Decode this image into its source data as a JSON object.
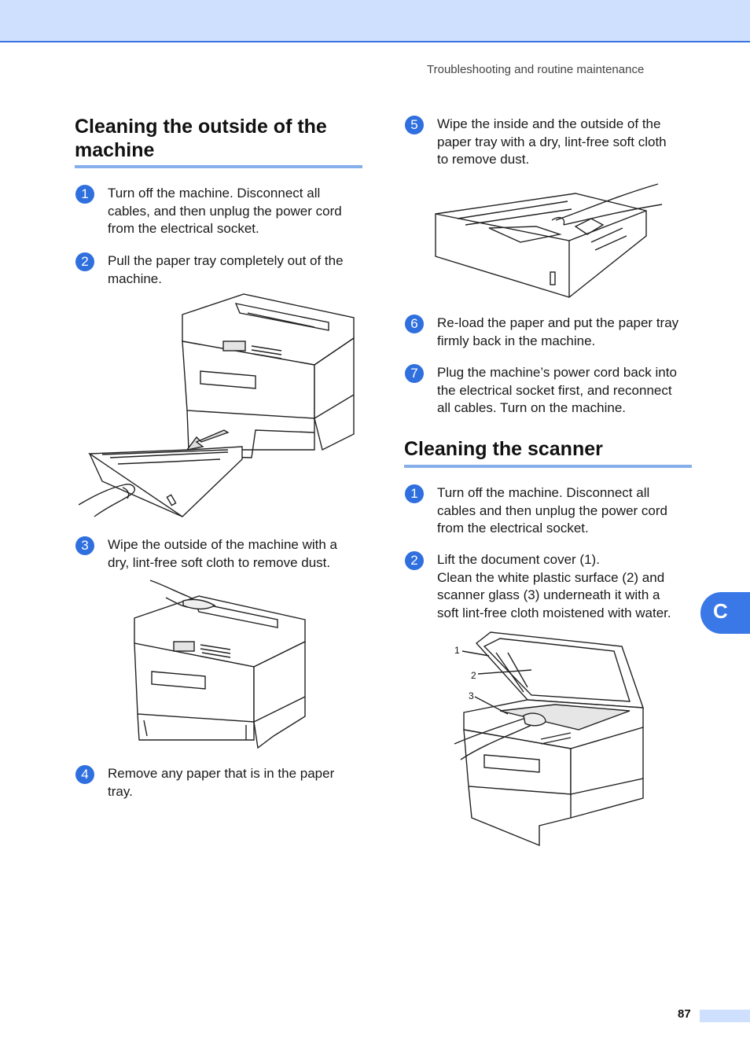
{
  "header": {
    "running_title": "Troubleshooting and routine maintenance"
  },
  "left_section": {
    "title_line1": "Cleaning the outside of the",
    "title_line2": "machine",
    "steps": [
      {
        "num": "1",
        "lines": [
          "Turn off the machine. Disconnect all",
          "cables, and then unplug the power cord",
          "from the electrical socket."
        ]
      },
      {
        "num": "2",
        "lines": [
          "Pull the paper tray completely out of the",
          "machine."
        ]
      },
      {
        "num": "3",
        "lines": [
          "Wipe the outside of the machine with a",
          "dry, lint-free soft cloth to remove dust."
        ]
      },
      {
        "num": "4",
        "lines": [
          "Remove any paper that is in the paper",
          "tray."
        ]
      }
    ]
  },
  "right_section": {
    "steps": [
      {
        "num": "5",
        "lines": [
          "Wipe the inside and the outside of the",
          "paper tray with a dry, lint-free soft cloth",
          "to remove dust."
        ]
      },
      {
        "num": "6",
        "lines": [
          "Re-load the paper and put the paper tray",
          "firmly back in the machine."
        ]
      },
      {
        "num": "7",
        "lines": [
          "Plug the machine’s power cord back into",
          "the electrical socket first, and reconnect",
          "all cables. Turn on the machine."
        ]
      }
    ]
  },
  "scanner_section": {
    "title": "Cleaning the scanner",
    "steps": [
      {
        "num": "1",
        "lines": [
          "Turn off the machine. Disconnect all",
          "cables and then unplug the power cord",
          "from the electrical socket."
        ]
      },
      {
        "num": "2",
        "lines": [
          "Lift the document cover (1).",
          "Clean the white plastic surface (2) and",
          "scanner glass (3) underneath it with a",
          "soft lint-free cloth moistened with water."
        ]
      }
    ],
    "callouts": [
      "1",
      "2",
      "3"
    ]
  },
  "side_tab": {
    "label": "C"
  },
  "footer": {
    "page_number": "87"
  },
  "colors": {
    "accent": "#2f6fde",
    "band": "#cfe0ff",
    "rule": "#86aeea"
  }
}
